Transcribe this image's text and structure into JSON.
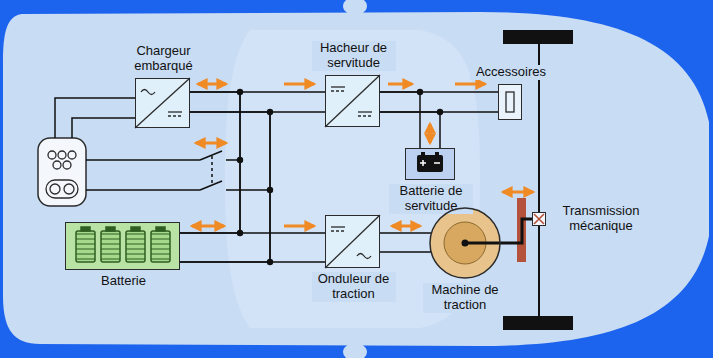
{
  "diagram": {
    "nodes": [
      {
        "text": [
          "Chargeur embarqué"
        ]
      },
      {
        "text": [
          "Hacheur de servitude"
        ]
      },
      {
        "text": [
          "Accessoires"
        ]
      },
      {
        "text": [
          "Batterie de servitude"
        ]
      },
      {
        "text": [
          "Batterie"
        ]
      },
      {
        "text": [
          "Onduleur de traction"
        ]
      },
      {
        "text": [
          "Machine de traction"
        ]
      },
      {
        "text": [
          "Transmission mécanique"
        ]
      }
    ],
    "edges": [
      {
        "from": 0,
        "to": 1,
        "arrow": "none"
      },
      {
        "from": 1,
        "to": 2,
        "arrow": "none"
      },
      {
        "from": 1,
        "to": 3,
        "arrow": "none"
      },
      {
        "from": 0,
        "to": 4,
        "arrow": "none"
      },
      {
        "from": 4,
        "to": 5,
        "arrow": "none"
      },
      {
        "from": 5,
        "to": 6,
        "arrow": "none"
      },
      {
        "from": 6,
        "to": 7,
        "arrow": "none"
      }
    ]
  }
}
